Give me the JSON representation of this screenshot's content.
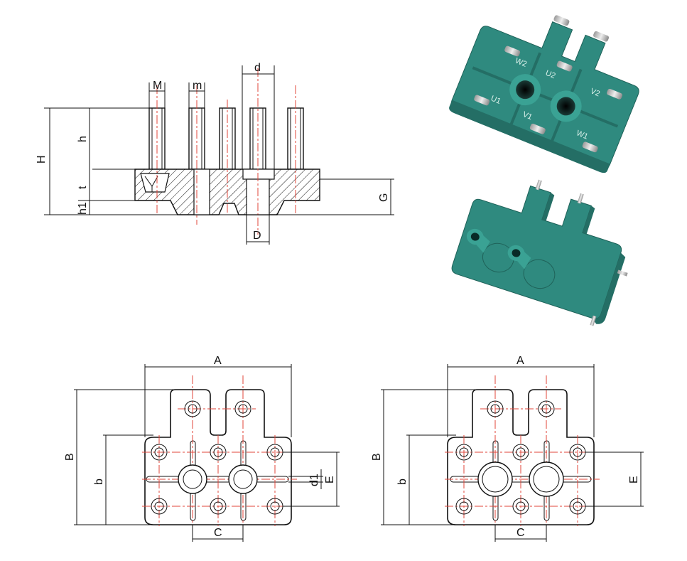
{
  "section_view": {
    "labels": {
      "M": "M",
      "m": "m",
      "d": "d",
      "H": "H",
      "h": "h",
      "t": "t",
      "h1": "h1",
      "G": "G",
      "D": "D"
    }
  },
  "plan_view_left": {
    "labels": {
      "A": "A",
      "B": "B",
      "b": "b",
      "C": "C",
      "E": "E",
      "d1": "d1"
    }
  },
  "plan_view_right": {
    "labels": {
      "A": "A",
      "B": "B",
      "b": "b",
      "C": "C",
      "E": "E"
    }
  },
  "photo_top": {
    "terminal_marks": {
      "W2": "W2",
      "U2": "U2",
      "V2": "V2",
      "U1": "U1",
      "V1": "V1",
      "W1": "W1"
    }
  },
  "colors": {
    "line": "#111111",
    "centerline": "#e0453a",
    "part_teal": "#2f8a7f",
    "pin_metal": "#c9c9c9"
  }
}
